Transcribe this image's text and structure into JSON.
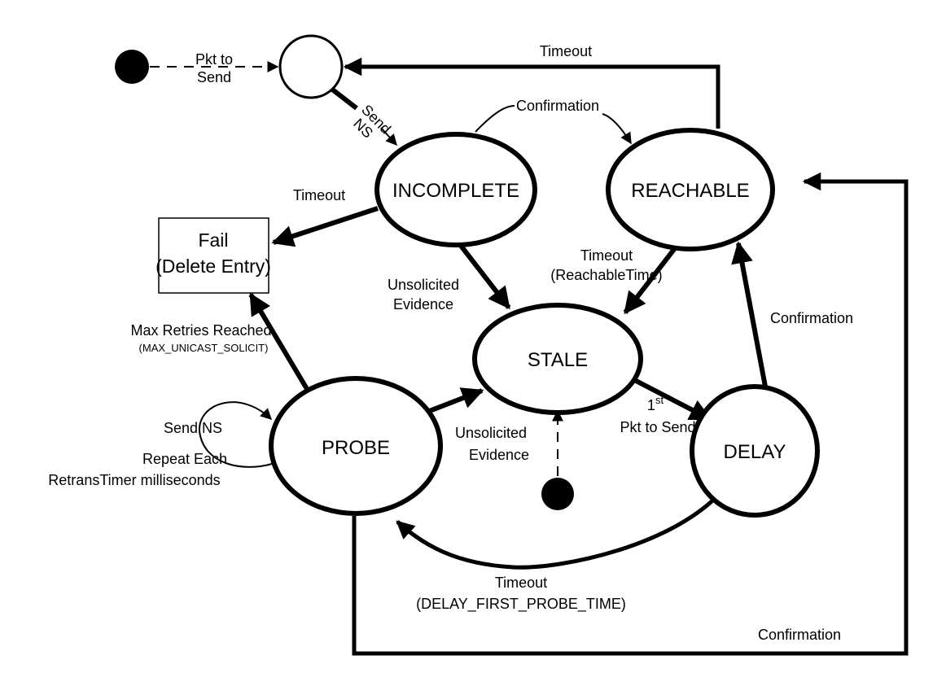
{
  "states": {
    "incomplete": "INCOMPLETE",
    "reachable": "REACHABLE",
    "stale": "STALE",
    "probe": "PROBE",
    "delay": "DELAY"
  },
  "fail_box": {
    "line1": "Fail",
    "line2": "(Delete Entry)"
  },
  "edges": {
    "pkt_to_send_1": "Pkt to",
    "pkt_to_send_2": "Send",
    "send_ns_a": "Send",
    "send_ns_b": "NS",
    "confirmation_incomplete_reachable": "Confirmation",
    "timeout_reachable_top": "Timeout",
    "timeout_incomplete_fail": "Timeout",
    "unsolicited_evidence_1a": "Unsolicited",
    "unsolicited_evidence_1b": "Evidence",
    "timeout_reachable_stale_1": "Timeout",
    "timeout_reachable_stale_2": "(ReachableTime)",
    "max_retries_1": "Max Retries Reached",
    "max_retries_2": "(MAX_UNICAST_SOLICIT)",
    "confirmation_delay_reachable": "Confirmation",
    "first_pkt_1": "1",
    "first_pkt_sup": "st",
    "first_pkt_2": "Pkt to Send",
    "send_ns_loop": "Send NS",
    "repeat_1": "Repeat Each",
    "repeat_2": "RetransTimer milliseconds",
    "unsolicited_evidence_2a": "Unsolicited",
    "unsolicited_evidence_2b": "Evidence",
    "timeout_delay_probe_1": "Timeout",
    "timeout_delay_probe_2": "(DELAY_FIRST_PROBE_TIME)",
    "confirmation_probe_reachable": "Confirmation"
  }
}
